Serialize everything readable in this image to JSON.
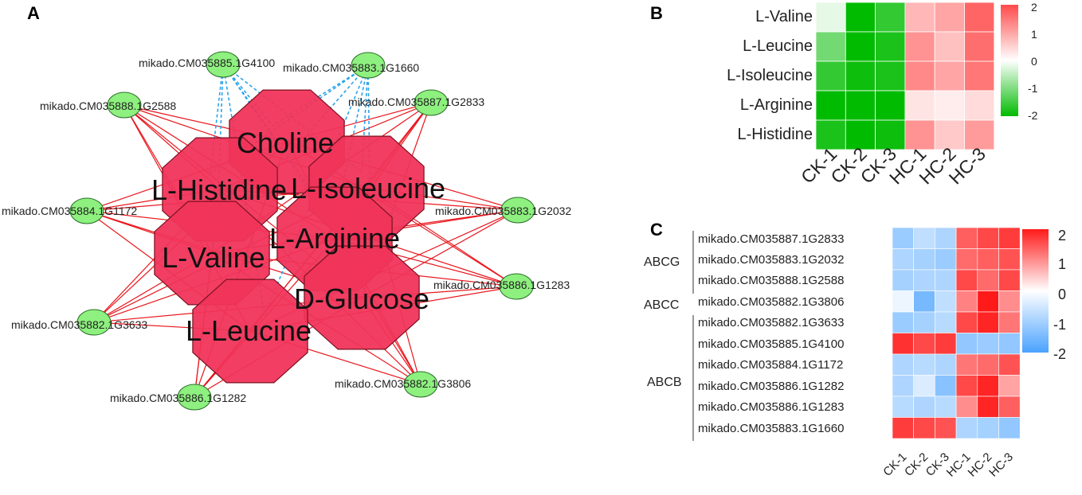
{
  "panel_labels": {
    "a": "A",
    "b": "B",
    "c": "C"
  },
  "network": {
    "metabolites": [
      "Choline",
      "L-Histidine",
      "L-Isoleucine",
      "L-Arginine",
      "L-Valine",
      "D-Glucose",
      "L-Leucine"
    ],
    "genes": [
      "mikado.CM035885.1G4100",
      "mikado.CM035883.1G1660",
      "mikado.CM035888.1G2588",
      "mikado.CM035887.1G2833",
      "mikado.CM035884.1G1172",
      "mikado.CM035883.1G2032",
      "mikado.CM035886.1G1283",
      "mikado.CM035882.1G3633",
      "mikado.CM035882.1G3806",
      "mikado.CM035886.1G1282"
    ],
    "colors": {
      "metabolite_fill": "#f0345a",
      "gene_fill": "#8ef07f",
      "positive_edge": "#e8161c",
      "negative_edge": "#2ba4ea"
    }
  },
  "chart_data": [
    {
      "type": "heatmap",
      "panel": "B",
      "rows": [
        "L-Valine",
        "L-Leucine",
        "L-Isoleucine",
        "L-Arginine",
        "L-Histidine"
      ],
      "columns": [
        "CK-1",
        "CK-2",
        "CK-3",
        "HC-1",
        "HC-2",
        "HC-3"
      ],
      "values": [
        [
          -0.2,
          -2.0,
          -1.6,
          0.8,
          1.0,
          1.7
        ],
        [
          -1.1,
          -2.0,
          -1.8,
          1.2,
          0.7,
          1.6
        ],
        [
          -1.6,
          -1.9,
          -1.8,
          1.3,
          1.0,
          1.5
        ],
        [
          -2.0,
          -2.0,
          -2.0,
          0.3,
          0.2,
          0.4
        ],
        [
          -1.8,
          -2.0,
          -1.9,
          1.2,
          0.6,
          1.1
        ]
      ],
      "legend_ticks": [
        "2",
        "1",
        "0",
        "-1",
        "-2"
      ],
      "value_range": [
        -2,
        2
      ],
      "colors": {
        "low": "#00bb00",
        "mid": "#ffffff",
        "high": "#ff4a4a"
      }
    },
    {
      "type": "heatmap",
      "panel": "C",
      "rows": [
        "mikado.CM035887.1G2833",
        "mikado.CM035883.1G2032",
        "mikado.CM035888.1G2588",
        "mikado.CM035882.1G3806",
        "mikado.CM035882.1G3633",
        "mikado.CM035885.1G4100",
        "mikado.CM035884.1G1172",
        "mikado.CM035886.1G1282",
        "mikado.CM035886.1G1283",
        "mikado.CM035883.1G1660"
      ],
      "columns": [
        "CK-1",
        "CK-2",
        "CK-3",
        "HC-1",
        "HC-2",
        "HC-3"
      ],
      "groups": [
        {
          "name": "ABCG",
          "rows": [
            0,
            2
          ]
        },
        {
          "name": "ABCC",
          "rows": [
            3,
            3
          ]
        },
        {
          "name": "ABCB",
          "rows": [
            4,
            9
          ]
        }
      ],
      "values": [
        [
          -1.1,
          -0.7,
          -0.9,
          1.4,
          1.6,
          1.7
        ],
        [
          -0.9,
          -1.0,
          -1.1,
          1.3,
          1.4,
          1.5
        ],
        [
          -1.0,
          -0.9,
          -0.9,
          1.6,
          1.3,
          1.6
        ],
        [
          -0.2,
          -1.5,
          -0.7,
          1.1,
          2.1,
          1.0
        ],
        [
          -1.1,
          -1.0,
          -0.8,
          1.6,
          1.9,
          1.2
        ],
        [
          1.8,
          1.6,
          1.7,
          -1.2,
          -1.1,
          -1.2
        ],
        [
          -0.9,
          -0.8,
          -0.9,
          1.2,
          1.3,
          1.5
        ],
        [
          -0.9,
          -0.4,
          -1.3,
          1.6,
          1.9,
          0.8
        ],
        [
          -0.8,
          -0.9,
          -0.8,
          1.0,
          1.9,
          1.4
        ],
        [
          1.7,
          1.6,
          1.5,
          -0.9,
          -1.0,
          -1.2
        ]
      ],
      "legend_ticks": [
        "2",
        "1",
        "0",
        "-1",
        "-2"
      ],
      "value_range": [
        -2,
        2
      ],
      "colors": {
        "low": "#4aa2ff",
        "mid": "#ffffff",
        "high": "#ff1a1a"
      }
    }
  ]
}
